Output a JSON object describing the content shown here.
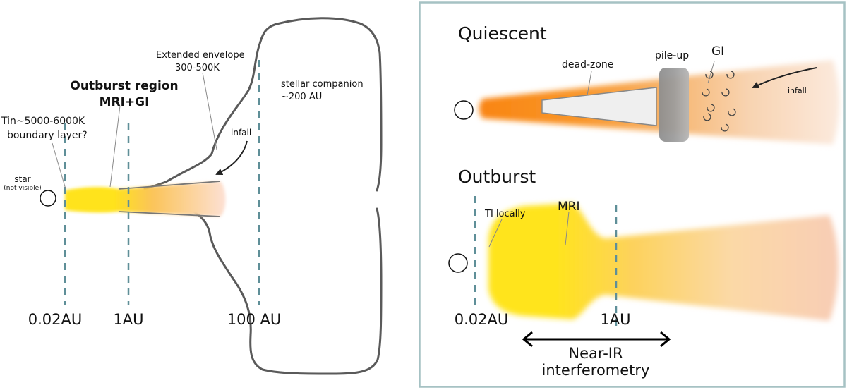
{
  "left_panel": {
    "star_label": "star",
    "star_sublabel": "(not visible)",
    "boundary_line1": "Tin~5000-6000K",
    "boundary_line2": "boundary layer?",
    "outburst_line1": "Outburst region",
    "outburst_line2": "MRI+GI",
    "envelope_line1": "Extended envelope",
    "envelope_line2": "300-500K",
    "infall": "infall",
    "companion_line1": "stellar companion",
    "companion_line2": "~200 AU",
    "tick_1": "0.02AU",
    "tick_2": "1AU",
    "tick_3": "100 AU"
  },
  "right_panel": {
    "quiescent_title": "Quiescent",
    "dead_zone": "dead-zone",
    "pile_up": "pile-up",
    "gi": "GI",
    "infall": "infall",
    "outburst_title": "Outburst",
    "ti_locally": "TI locally",
    "mri": "MRI",
    "tick_1": "0.02AU",
    "tick_2": "1AU",
    "nir_line1": "Near-IR",
    "nir_line2": "interferometry"
  },
  "colors": {
    "guide_line": "#5f8f98",
    "panel_border": "#a6c2c4",
    "disk_yellow": "#ffe31a",
    "disk_orange": "#f98b17",
    "disk_peach": "#f7cfaa"
  }
}
